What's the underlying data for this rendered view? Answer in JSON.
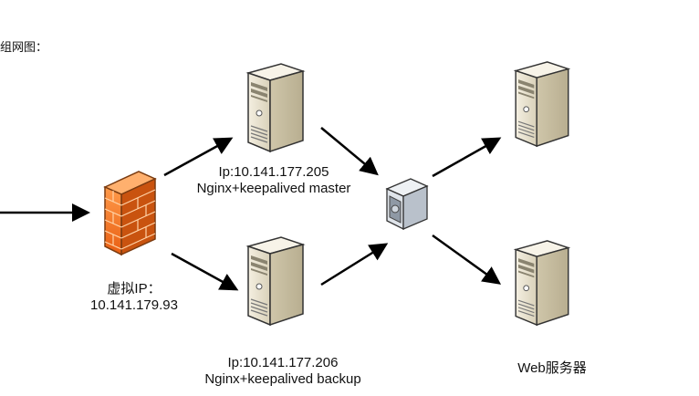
{
  "title": "组网图：",
  "virtual_ip": {
    "label": "虚拟IP：",
    "address": "10.141.179.93"
  },
  "master": {
    "ip": "Ip:10.141.177.205",
    "role": "Nginx+keepalived master"
  },
  "backup": {
    "ip": "Ip:10.141.177.206",
    "role": "Nginx+keepalived backup"
  },
  "web_servers_label": "Web服务器",
  "colors": {
    "firewall": "#f07a2a",
    "server_body": "#efe9d8",
    "arrow": "#000000"
  }
}
